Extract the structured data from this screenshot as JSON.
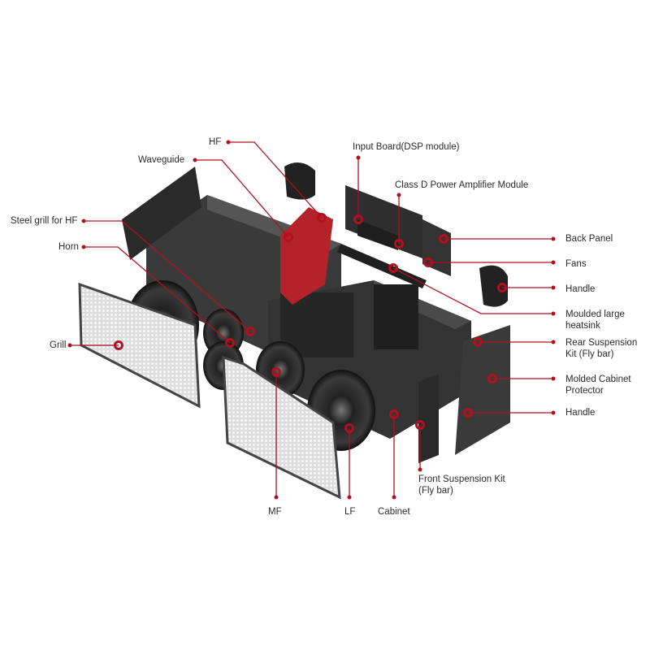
{
  "diagram": {
    "labels": {
      "hf": "HF",
      "waveguide": "Waveguide",
      "steel_grill": "Steel grill for HF",
      "horn": "Horn",
      "grill": "Grill",
      "input_board": "Input Board(DSP module)",
      "class_d": "Class D Power Amplifier Module",
      "back_panel": "Back Panel",
      "fans": "Fans",
      "handle_top": "Handle",
      "heatsink": "Moulded large heatsink",
      "rear_suspension": "Rear Suspension Kit (Fly bar)",
      "cabinet_protector": "Molded Cabinet Protector",
      "handle_bottom": "Handle",
      "front_suspension": "Front Suspension Kit (Fly bar)",
      "mf": "MF",
      "lf": "LF",
      "cabinet": "Cabinet"
    },
    "colors": {
      "leader": "#b01020",
      "parts": "#2b2b2b",
      "accent_part": "#c0202a"
    }
  }
}
